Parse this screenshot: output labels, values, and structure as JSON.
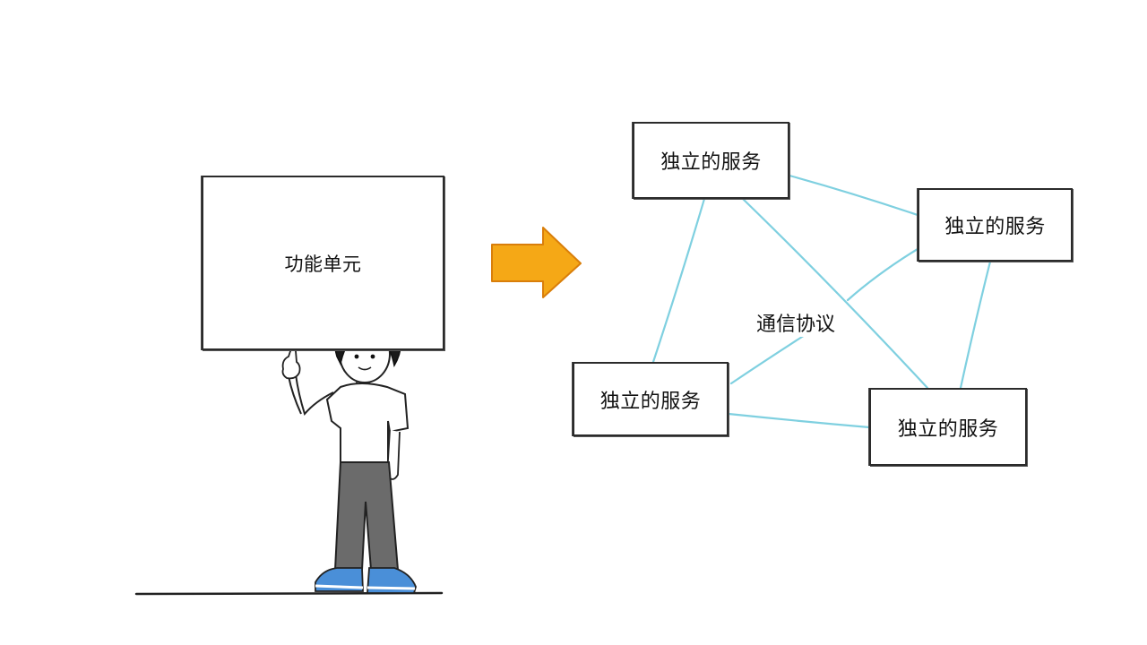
{
  "diagram": {
    "functional_unit": {
      "label": "功能单元"
    },
    "arrow": {
      "color": "#F5A816",
      "outline": "#D97E0A"
    },
    "services": [
      {
        "label": "独立的服务"
      },
      {
        "label": "独立的服务"
      },
      {
        "label": "独立的服务"
      },
      {
        "label": "独立的服务"
      }
    ],
    "protocol": {
      "label": "通信协议"
    },
    "connection_color": "#7FD0E0"
  },
  "figure": {
    "description_colors": {
      "shirt": "#ffffff",
      "pants": "#6b6b6b",
      "shoes": "#4a8fd8",
      "hair": "#1a1a1a"
    }
  }
}
